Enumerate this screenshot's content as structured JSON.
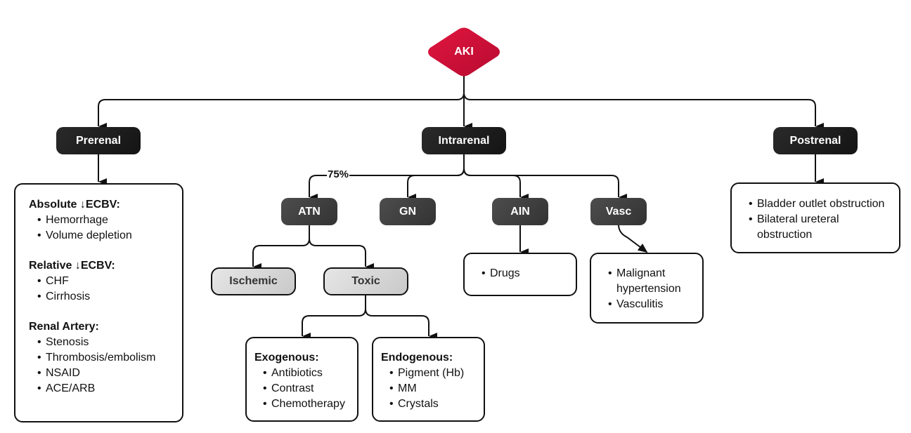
{
  "root": {
    "label": "AKI",
    "color": "#d0103a"
  },
  "categories": {
    "prerenal": {
      "label": "Prerenal"
    },
    "intrarenal": {
      "label": "Intrarenal"
    },
    "postrenal": {
      "label": "Postrenal"
    }
  },
  "prerenal_box": {
    "sections": [
      {
        "heading": "Absolute ↓ECBV:",
        "items": [
          "Hemorrhage",
          "Volume depletion"
        ]
      },
      {
        "heading": "Relative ↓ECBV:",
        "items": [
          "CHF",
          "Cirrhosis"
        ]
      },
      {
        "heading": "Renal Artery:",
        "items": [
          "Stenosis",
          "Thrombosis/embolism",
          "NSAID",
          "ACE/ARB"
        ]
      }
    ]
  },
  "intrarenal_children": {
    "atn": {
      "label": "ATN",
      "edge_label": "75%"
    },
    "gn": {
      "label": "GN"
    },
    "ain": {
      "label": "AIN"
    },
    "vasc": {
      "label": "Vasc"
    }
  },
  "atn_children": {
    "ischemic": {
      "label": "Ischemic"
    },
    "toxic": {
      "label": "Toxic"
    }
  },
  "toxic_children": {
    "exogenous": {
      "heading": "Exogenous:",
      "items": [
        "Antibiotics",
        "Contrast",
        "Chemotherapy"
      ]
    },
    "endogenous": {
      "heading": "Endogenous:",
      "items": [
        "Pigment (Hb)",
        "MM",
        "Crystals"
      ]
    }
  },
  "ain_box": {
    "items": [
      "Drugs"
    ]
  },
  "vasc_box": {
    "items": [
      "Malignant hypertension",
      "Vasculitis"
    ]
  },
  "postrenal_box": {
    "items": [
      "Bladder outlet obstruction",
      "Bilateral ureteral obstruction"
    ]
  }
}
